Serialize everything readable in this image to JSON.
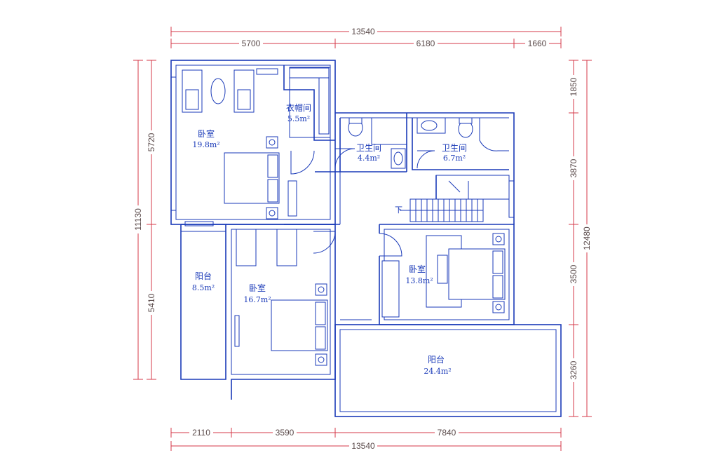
{
  "dimensions": {
    "top_total": "13540",
    "top_segments": [
      "5700",
      "6180",
      "1660"
    ],
    "bottom_total": "13540",
    "bottom_segments": [
      "2110",
      "3590",
      "7840"
    ],
    "left_total": "11130",
    "left_segments": [
      "5720",
      "5410"
    ],
    "right_total": "12480",
    "right_segments": [
      "1850",
      "3870",
      "3500",
      "3260"
    ]
  },
  "rooms": {
    "cloakroom": {
      "name": "衣帽间",
      "area": "5.5m²"
    },
    "bedroom_master": {
      "name": "卧室",
      "area": "19.8m²"
    },
    "bath_1": {
      "name": "卫生间",
      "area": "4.4m²"
    },
    "bath_2": {
      "name": "卫生间",
      "area": "6.7m²"
    },
    "balcony_small": {
      "name": "阳台",
      "area": "8.5m²"
    },
    "bedroom_sw": {
      "name": "卧室",
      "area": "16.7m²"
    },
    "bedroom_se": {
      "name": "卧室",
      "area": "13.8m²"
    },
    "balcony_large": {
      "name": "阳台",
      "area": "24.4m²"
    }
  },
  "stair_label": "下"
}
